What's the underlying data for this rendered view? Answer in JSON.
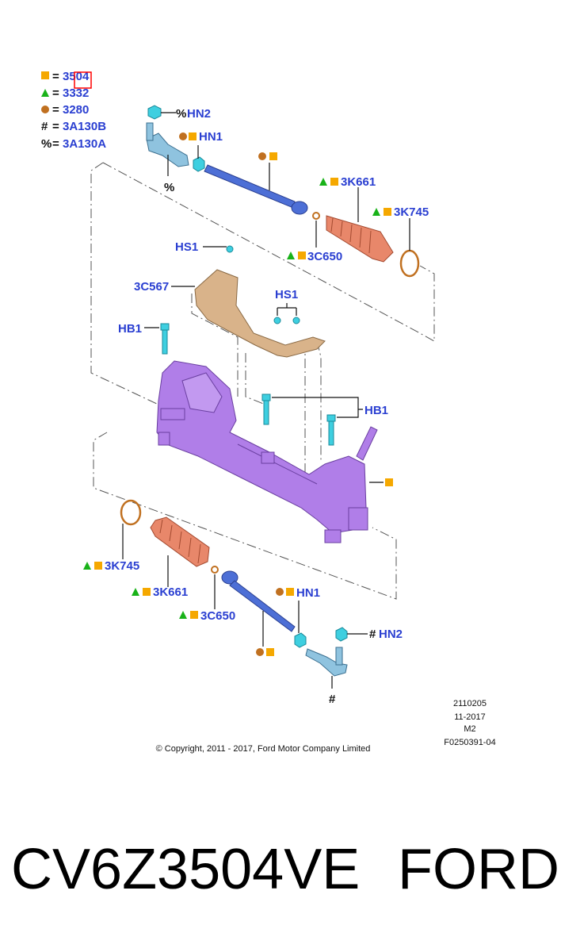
{
  "legend": [
    {
      "symbol": "square",
      "color": "#f5a800",
      "code": "3504"
    },
    {
      "symbol": "triangle",
      "color": "#19b219",
      "code": "3332"
    },
    {
      "symbol": "circle",
      "color": "#c07020",
      "code": "3280"
    },
    {
      "symbol": "#",
      "code": "3A130B"
    },
    {
      "symbol": "%",
      "code": "3A130A"
    }
  ],
  "labels": {
    "hn2_top": "HN2",
    "hn1_top": "HN1",
    "k661_top": "3K661",
    "k745_top": "3K745",
    "c650_top": "3C650",
    "hs1_left": "HS1",
    "c567": "3C567",
    "hs1_right": "HS1",
    "hb1_left": "HB1",
    "hb1_right": "HB1",
    "k745_bot": "3K745",
    "k661_bot": "3K661",
    "c650_bot": "3C650",
    "hn1_bot": "HN1",
    "hn2_bot": "HN2"
  },
  "marks": {
    "percent": "%",
    "hash": "#",
    "eq": "="
  },
  "info": {
    "ref": "2110205",
    "date": "11-2017",
    "rev": "M2",
    "fig": "F0250391-04"
  },
  "copyright": "© Copyright, 2011 - 2017, Ford Motor Company Limited",
  "caption": {
    "part_number": "CV6Z3504VE",
    "brand": "FORD"
  },
  "colors": {
    "label": "#2a3fd1",
    "rack": "#b07ee8",
    "boot": "#e8876a",
    "shield": "#d9b38a",
    "tie_rod": "#4d6fd6",
    "fastener": "#3ecfe0",
    "square": "#f5a800",
    "triangle": "#19b219",
    "circle": "#c07020",
    "highlight": "#ff0000"
  }
}
